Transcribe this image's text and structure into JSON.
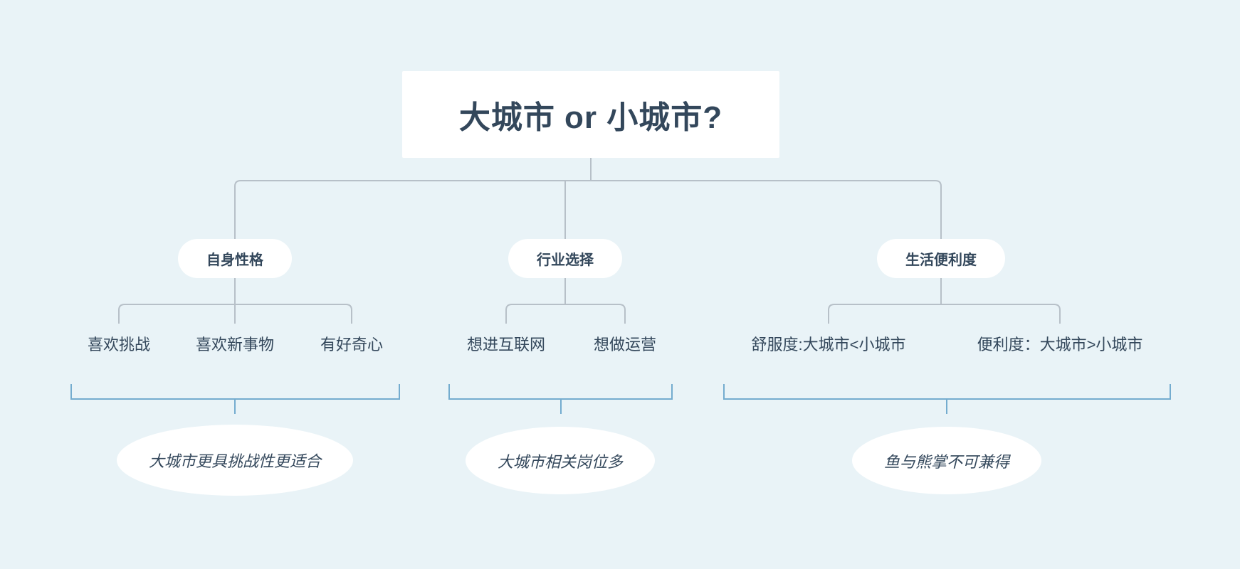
{
  "colors": {
    "background": "#e9f3f7",
    "text": "#33475b",
    "node_bg": "#ffffff",
    "tree_line": "#b7c0c8",
    "bracket_line": "#74accf"
  },
  "title": "大城市 or 小城市?",
  "branches": [
    {
      "label": "自身性格",
      "children": [
        "喜欢挑战",
        "喜欢新事物",
        "有好奇心"
      ],
      "conclusion": "大城市更具挑战性更适合"
    },
    {
      "label": "行业选择",
      "children": [
        "想进互联网",
        "想做运营"
      ],
      "conclusion": "大城市相关岗位多"
    },
    {
      "label": "生活便利度",
      "children": [
        "舒服度:大城市<小城市",
        "便利度：大城市>小城市"
      ],
      "conclusion": "鱼与熊掌不可兼得"
    }
  ]
}
